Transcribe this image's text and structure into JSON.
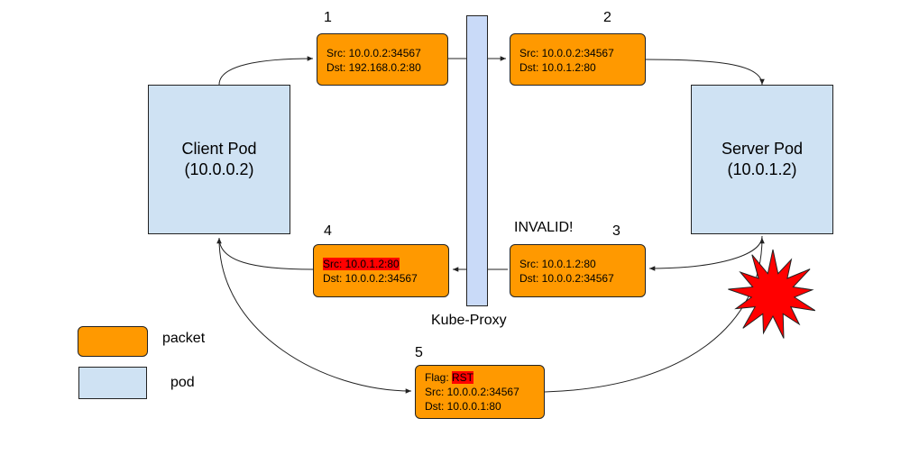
{
  "client_pod": {
    "name": "Client Pod",
    "ip": "(10.0.0.2)"
  },
  "server_pod": {
    "name": "Server Pod",
    "ip": "(10.0.1.2)"
  },
  "kube_proxy": {
    "label": "Kube-Proxy"
  },
  "packets": {
    "p1": {
      "step": "1",
      "src": "Src: 10.0.0.2:34567",
      "dst": "Dst: 192.168.0.2:80"
    },
    "p2": {
      "step": "2",
      "src": "Src: 10.0.0.2:34567",
      "dst": "Dst: 10.0.1.2:80"
    },
    "p3": {
      "step": "3",
      "src": "Src: 10.0.1.2:80",
      "dst": "Dst: 10.0.0.2:34567",
      "note": "INVALID!"
    },
    "p4": {
      "step": "4",
      "src": "Src: 10.0.1.2:80",
      "dst": "Dst: 10.0.0.2:34567"
    },
    "p5": {
      "step": "5",
      "flag_prefix": "Flag: ",
      "flag": "RST",
      "src": "Src: 10.0.0.2:34567",
      "dst": "Dst: 10.0.0.1:80"
    }
  },
  "legend": {
    "packet": "packet",
    "pod": "pod"
  },
  "colors": {
    "packet_fill": "#ff9900",
    "pod_fill": "#cfe2f3",
    "proxy_fill": "#c9daf8",
    "highlight": "#ff0000",
    "explosion": "#ff0000"
  }
}
